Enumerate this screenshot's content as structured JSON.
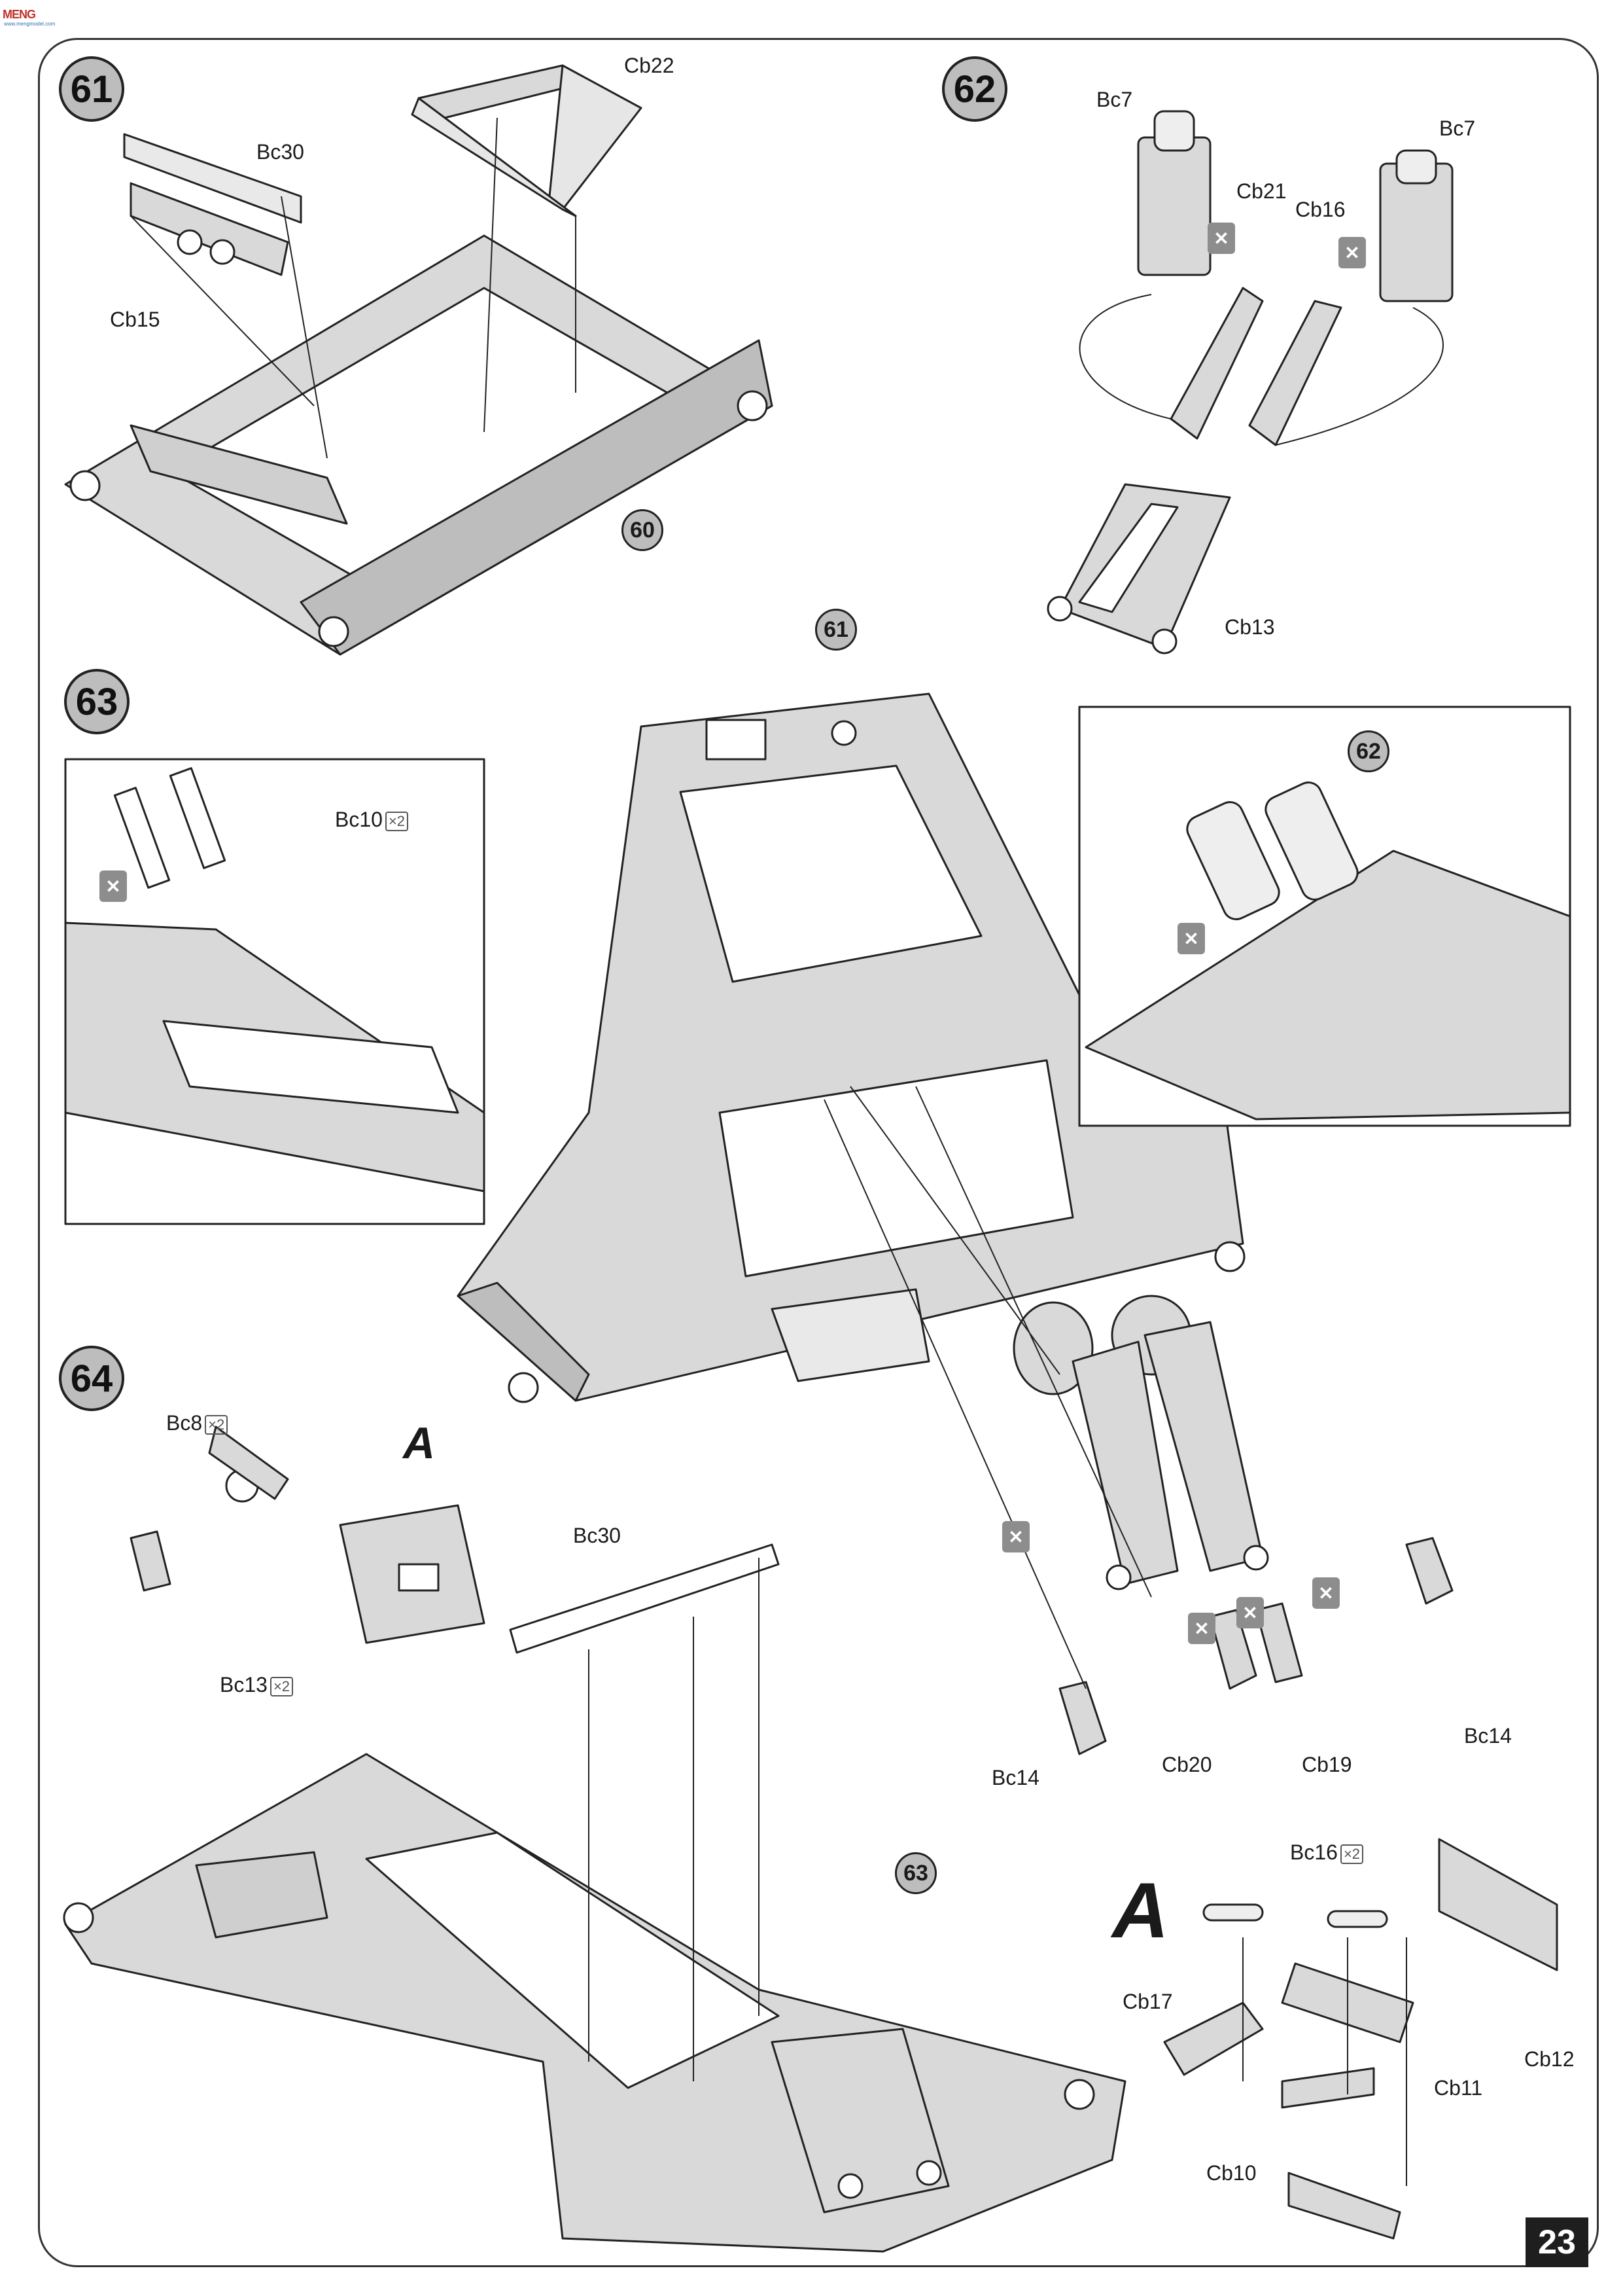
{
  "brand": {
    "logo_text": "MENG",
    "logo_sub": "www.mengmodel.com"
  },
  "page": {
    "number": "23"
  },
  "steps": {
    "s61": {
      "number": "61",
      "ref": "60",
      "parts": {
        "cb22": "Cb22",
        "bc30": "Bc30",
        "cb15": "Cb15"
      }
    },
    "s62": {
      "number": "62",
      "parts": {
        "bc7a": "Bc7",
        "bc7b": "Bc7",
        "cb21": "Cb21",
        "cb16": "Cb16",
        "cb13": "Cb13"
      }
    },
    "s63": {
      "number": "63",
      "ref_top": "61",
      "ref_inset": "62",
      "parts": {
        "bc10": "Bc10",
        "bc10_qty": "×2",
        "bc14a": "Bc14",
        "bc14b": "Bc14",
        "cb20": "Cb20",
        "cb19": "Cb19"
      }
    },
    "s64": {
      "number": "64",
      "ref": "63",
      "sub_label": "A",
      "parts": {
        "bc8": "Bc8",
        "bc8_qty": "×2",
        "bc30": "Bc30",
        "bc13": "Bc13",
        "bc13_qty": "×2"
      }
    },
    "subA": {
      "label": "A",
      "parts": {
        "bc16": "Bc16",
        "bc16_qty": "×2",
        "cb17": "Cb17",
        "cb11": "Cb11",
        "cb12": "Cb12",
        "cb10": "Cb10"
      }
    }
  },
  "icons": {
    "glue": "no-glue-icon"
  }
}
